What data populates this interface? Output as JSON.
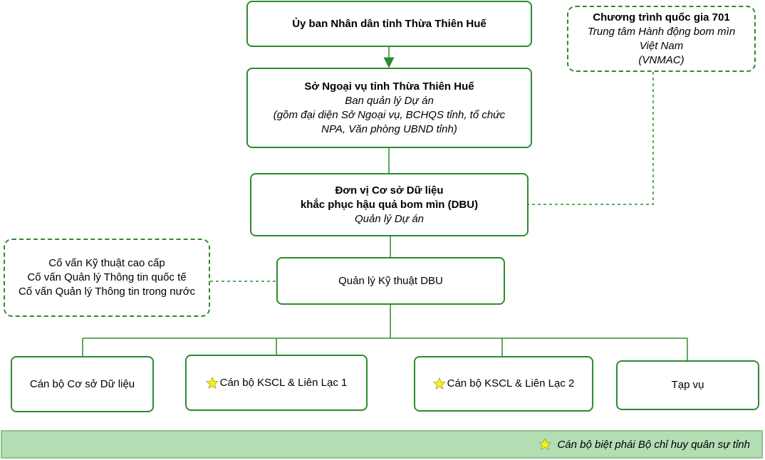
{
  "diagram": {
    "top": {
      "line1": "Ủy ban Nhân dân tỉnh Thừa Thiên Huế"
    },
    "foreign_affairs": {
      "line1": "Sở Ngoại vụ tỉnh Thừa Thiên Huế",
      "line2": "Ban quản lý Dự án",
      "line3": "(gồm đại diện Sở Ngoại vụ, BCHQS tỉnh, tổ chức",
      "line4": "NPA, Văn phòng UBND tỉnh)"
    },
    "national_program": {
      "line1": "Chương trình quốc gia 701",
      "line2": "Trung tâm Hành động bom mìn",
      "line3": "Việt Nam",
      "line4": "(VNMAC)"
    },
    "dbu": {
      "line1": "Đơn vị Cơ sở Dữ liệu",
      "line2": "khắc phục hậu quả bom mìn (DBU)",
      "line3": "Quản lý Dự án"
    },
    "advisors": {
      "line1": "Cố vấn Kỹ thuật cao cấp",
      "line2": "Cố vấn Quản lý Thông tin quốc tế",
      "line3": "Cố vấn Quản lý Thông tin trong nước"
    },
    "tech_manager": {
      "line1": "Quản lý Kỹ thuật DBU"
    },
    "staff": [
      {
        "label": "Cán bộ Cơ sở Dữ liệu"
      },
      {
        "label": "Cán bộ KSCL & Liên Lạc 1"
      },
      {
        "label": "Cán bộ KSCL & Liên Lạc 2"
      },
      {
        "label": "Tạp vụ"
      }
    ],
    "legend": {
      "label": "Cán bộ biệt phái Bộ chỉ huy quân sự tỉnh"
    }
  },
  "colors": {
    "border": "#2e8b2e",
    "legend_bg": "#b3ddb3",
    "star_fill": "#f2f21e"
  },
  "icons": {
    "star": "star-icon"
  }
}
